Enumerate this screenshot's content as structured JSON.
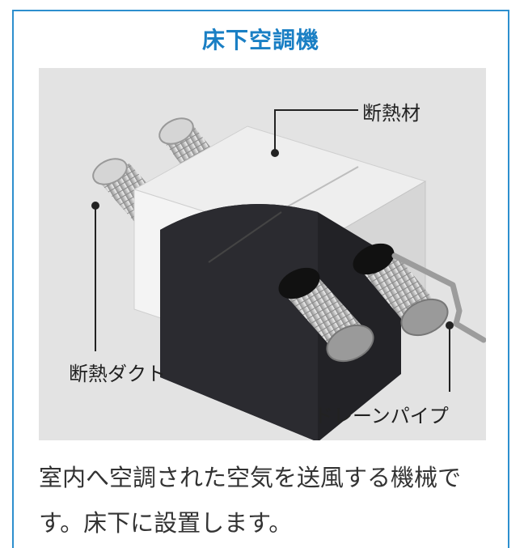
{
  "panel": {
    "title": "床下空調機",
    "labels": {
      "insulation": "断熱材",
      "duct": "断熱ダクト",
      "drain": "ドレーンパイプ"
    },
    "description": "室内へ空調された空気を送風する機械です。床下に設置します。"
  },
  "colors": {
    "accent": "#1a7fc4",
    "border": "#2d8fce",
    "figure_bg": "#e3e3e3"
  }
}
